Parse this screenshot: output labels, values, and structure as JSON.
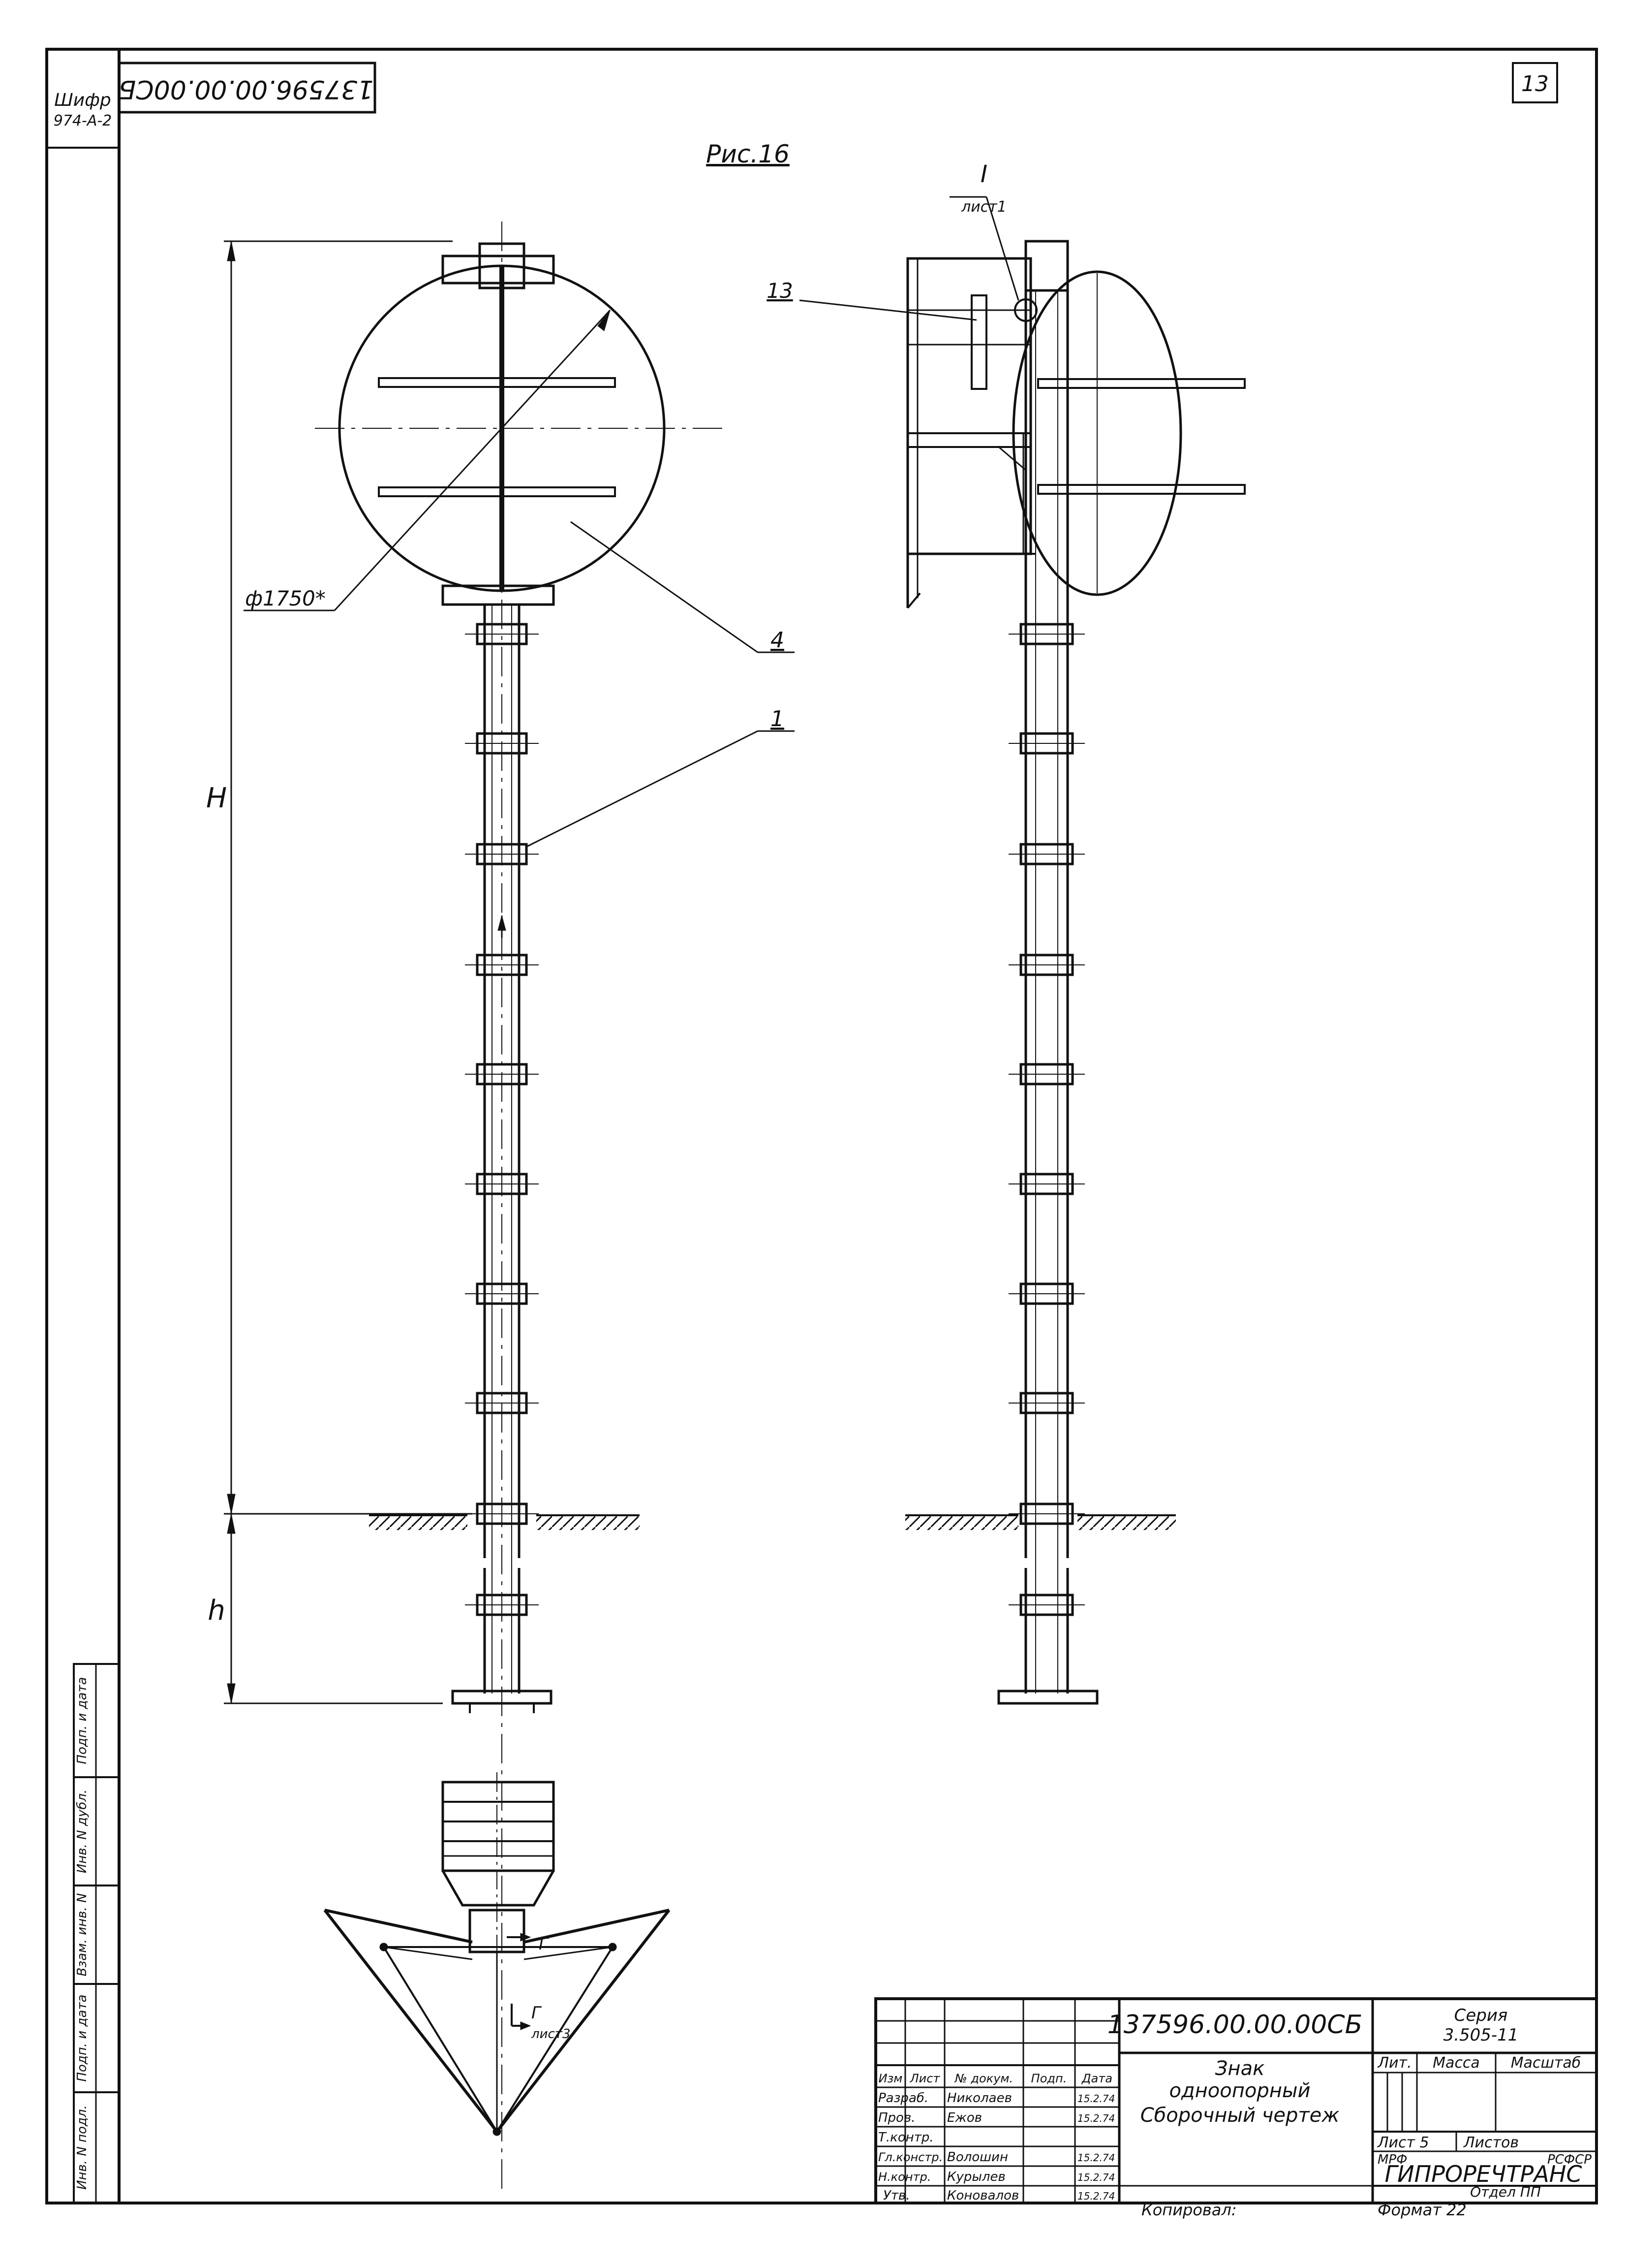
{
  "sheet": {
    "page_number": "13",
    "code_mirrored": "137596.00.00.00СБ",
    "cipher_label": "Шифр",
    "cipher_value": "974-А-2"
  },
  "figure": {
    "title": "Рис.16",
    "diameter_label": "ф1750*",
    "height_label": "H",
    "depth_label": "h",
    "callout_1": "1",
    "callout_4": "4",
    "callout_13": "13",
    "detail_ref": "I",
    "detail_sheet": "лист1",
    "view_marker": "Г",
    "view_sheet": "лист3"
  },
  "side_stamp": [
    "Инв. N подл.",
    "Подп. и дата",
    "Взам. инв. N",
    "Инв. N дубл.",
    "Подп. и дата"
  ],
  "title_block": {
    "doc_code": "137596.00.00.00СБ",
    "series_label": "Серия",
    "series_value": "3.505-11",
    "title_line1": "Знак",
    "title_line2": "одноопорный",
    "title_line3": "Сборочный чертеж",
    "col_izm": "Изм",
    "col_list": "Лист",
    "col_doc": "№ докум.",
    "col_sign": "Подп.",
    "col_date": "Дата",
    "lit": "Лит.",
    "mass": "Масса",
    "scale": "Масштаб",
    "sheet_label": "Лист 5",
    "sheets_label": "Листов",
    "org_ministry": "МРФ",
    "org_region": "РСФСР",
    "org_name": "ГИПРОРЕЧТРАНС",
    "org_dept": "Отдел ПП",
    "copied": "Копировал:",
    "format": "Формат 22",
    "people": [
      {
        "role": "Разраб.",
        "name": "Николаев",
        "date": "15.2.74"
      },
      {
        "role": "Пров.",
        "name": "Ежов",
        "date": "15.2.74"
      },
      {
        "role": "Т.контр.",
        "name": "",
        "date": ""
      },
      {
        "role": "Гл.констр.",
        "name": "Волошин",
        "date": "15.2.74"
      },
      {
        "role": "Н.контр.",
        "name": "Курылев",
        "date": "15.2.74"
      },
      {
        "role": "Утв.",
        "name": "Коновалов",
        "date": "15.2.74"
      }
    ]
  }
}
